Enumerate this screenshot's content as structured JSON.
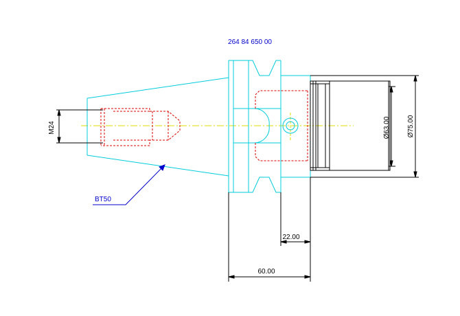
{
  "drawing": {
    "part_number": "264 84 650 00",
    "taper_label": "BT50",
    "dimensions": {
      "thread": "M24",
      "diameter_inner": "Ø63.00",
      "diameter_outer": "Ø75.00",
      "length_flange": "22.00",
      "length_total": "60.00"
    }
  },
  "colors": {
    "outline": "#00ccdd",
    "hidden": "#dd0000",
    "centerline": "#dddd00",
    "dimension": "#000000",
    "annotation": "#0000cc",
    "body": "#000000"
  }
}
